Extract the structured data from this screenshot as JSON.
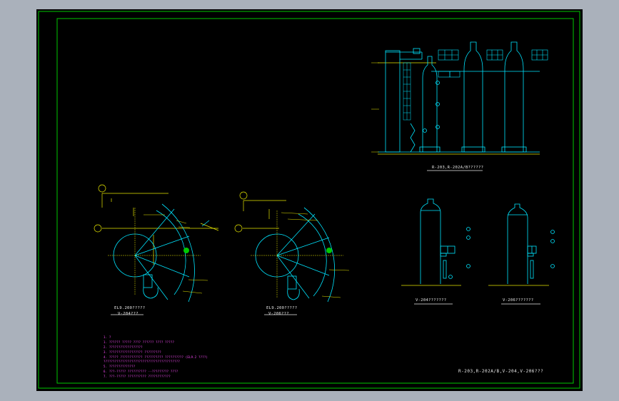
{
  "colors": {
    "background": "#aab1bb",
    "viewport": "#000000",
    "border": "#00c800",
    "equipment": "#00e5ff",
    "dimension": "#e6e600",
    "notes": "#ff4dff",
    "text": "#e8e8e8"
  },
  "drawing": {
    "sheet_title": "R-203,R-202A/B,V-204,V-206???",
    "views": {
      "elevation_reactors": "R-203,R-202A/B??????",
      "elevation_v204": "V-204???????",
      "elevation_v206": "V-206???????",
      "plan_left_line1": "EL9.200?????",
      "plan_left_line2": "V-204???",
      "plan_right_line1": "EL9.200?????",
      "plan_right_line2": "V-206???"
    },
    "notes": [
      "1. ?",
      "1. ?????? ????? ???? ?????? ???? ?????",
      "2. ??????????????????",
      "3. ?????????????????? ?????????",
      "4. ????? ???????????? ?????????? ?????????? (EL9.2 ????)",
      "   ?????????????????????????????????????????",
      "5. ??????????????",
      "6. ???-????? ?????????? --????????? ????",
      "7. ???-????? ?????????? ????????????"
    ]
  }
}
